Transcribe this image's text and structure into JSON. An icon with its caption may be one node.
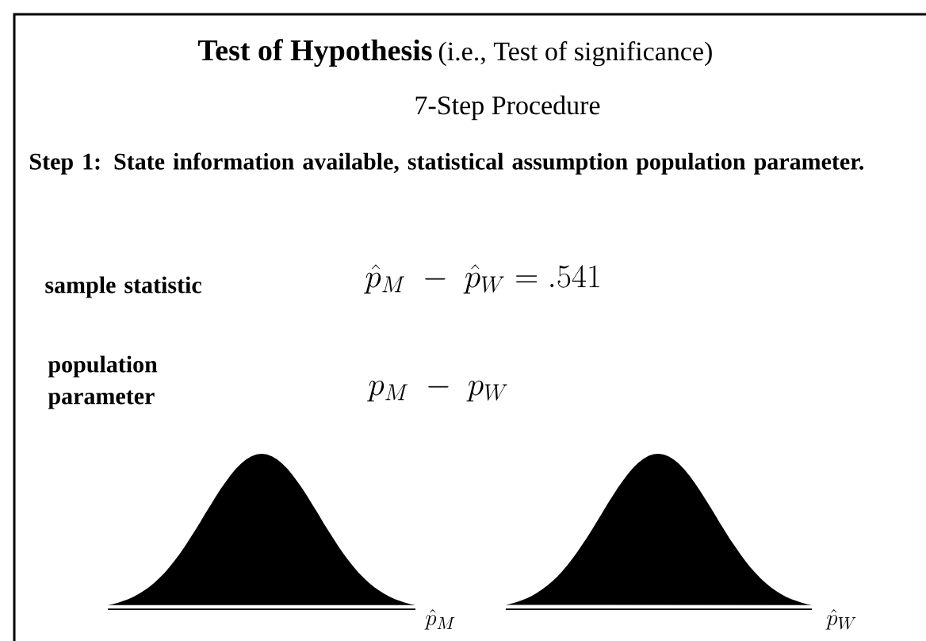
{
  "diagram": {
    "title": "Test of Hypothesis",
    "labels": [
      "(i.e., Test of significance)",
      "7-Step Procedure",
      "Step 1: State information available, statistical assumption population parameter.",
      "sample statistic",
      "\\hat{p}_{M} \\;-\\; \\hat{p}_{W} = .541",
      "population parameter",
      "p_{M} \\;-\\; p_{W}",
      "\\hat{p}_{M}",
      "\\hat{p}_{W}"
    ]
  }
}
